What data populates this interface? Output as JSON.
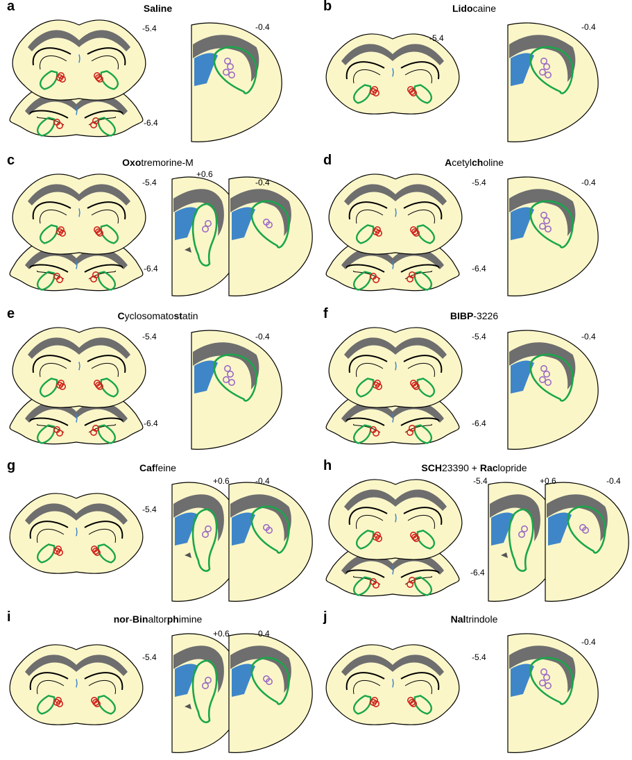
{
  "panels": [
    {
      "letter": "a",
      "title": [
        {
          "t": "Saline",
          "b": true
        }
      ],
      "coords": [
        "-5.4",
        "-6.4",
        "-0.4"
      ],
      "layout": "two-slices",
      "sections": [
        "-0.4"
      ]
    },
    {
      "letter": "b",
      "title": [
        {
          "t": "Lido",
          "b": true
        },
        {
          "t": "caine",
          "b": false
        }
      ],
      "coords": [
        "-5.4",
        "-0.4"
      ],
      "layout": "one-slice",
      "sections": [
        "-0.4"
      ]
    },
    {
      "letter": "c",
      "title": [
        {
          "t": "Oxo",
          "b": true
        },
        {
          "t": "tremorine-M",
          "b": false
        }
      ],
      "coords": [
        "-5.4",
        "-6.4",
        "+0.6",
        "-0.4"
      ],
      "layout": "two-slices",
      "sections": [
        "+0.6",
        "-0.4"
      ]
    },
    {
      "letter": "d",
      "title": [
        {
          "t": "A",
          "b": true
        },
        {
          "t": "cetyl",
          "b": false
        },
        {
          "t": "ch",
          "b": true
        },
        {
          "t": "oline",
          "b": false
        }
      ],
      "coords": [
        "-5.4",
        "-6.4",
        "-0.4"
      ],
      "layout": "two-slices",
      "sections": [
        "-0.4"
      ]
    },
    {
      "letter": "e",
      "title": [
        {
          "t": "C",
          "b": true
        },
        {
          "t": "yclosomato",
          "b": false
        },
        {
          "t": "st",
          "b": true
        },
        {
          "t": "atin",
          "b": false
        }
      ],
      "coords": [
        "-5.4",
        "-6.4",
        "-0.4"
      ],
      "layout": "two-slices",
      "sections": [
        "-0.4"
      ]
    },
    {
      "letter": "f",
      "title": [
        {
          "t": "BIBP",
          "b": true
        },
        {
          "t": "-3226",
          "b": false
        }
      ],
      "coords": [
        "-5.4",
        "-6.4",
        "-0.4"
      ],
      "layout": "two-slices",
      "sections": [
        "-0.4"
      ]
    },
    {
      "letter": "g",
      "title": [
        {
          "t": "Caf",
          "b": true
        },
        {
          "t": "feine",
          "b": false
        }
      ],
      "coords": [
        "-5.4",
        "+0.6",
        "-0.4"
      ],
      "layout": "one-slice",
      "sections": [
        "+0.6",
        "-0.4"
      ]
    },
    {
      "letter": "h",
      "title": [
        {
          "t": "SCH",
          "b": true
        },
        {
          "t": "23390 + ",
          "b": false
        },
        {
          "t": "Rac",
          "b": true
        },
        {
          "t": "lopride",
          "b": false
        }
      ],
      "coords": [
        "-5.4",
        "-6.4",
        "+0.6",
        "-0.4"
      ],
      "layout": "two-slices",
      "sections": [
        "+0.6",
        "-0.4"
      ]
    },
    {
      "letter": "i",
      "title": [
        {
          "t": "nor",
          "b": true
        },
        {
          "t": "-",
          "b": false
        },
        {
          "t": "Bin",
          "b": true
        },
        {
          "t": "altor",
          "b": false
        },
        {
          "t": "ph",
          "b": true
        },
        {
          "t": "imine",
          "b": false
        }
      ],
      "coords": [
        "-5.4",
        "+0.6",
        "-0.4"
      ],
      "layout": "one-slice",
      "sections": [
        "+0.6",
        "-0.4"
      ]
    },
    {
      "letter": "j",
      "title": [
        {
          "t": "Nal",
          "b": true
        },
        {
          "t": "trindole",
          "b": false
        }
      ],
      "coords": [
        "-5.4",
        "-0.4"
      ],
      "layout": "one-slice",
      "sections": [
        "-0.4"
      ]
    }
  ],
  "colors": {
    "tissue": "#fbf6c8",
    "tissue_edge": "#000000",
    "white_matter": "#6e6e6e",
    "ventricle": "#3f86c9",
    "region_outline": "#1aa64a",
    "caudal_marker": "#d0211b",
    "rostral_marker": "#9b6ac6"
  }
}
